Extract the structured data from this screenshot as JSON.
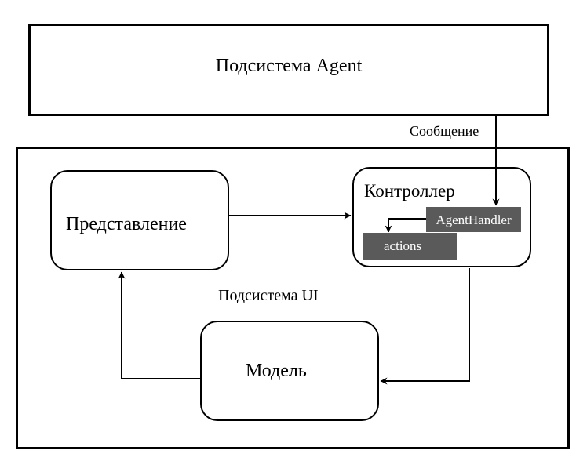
{
  "diagram": {
    "agent_subsystem": {
      "label": "Подсистема Agent"
    },
    "ui_subsystem": {
      "label": "Подсистема UI"
    },
    "view": {
      "label": "Представление"
    },
    "controller": {
      "label": "Контроллер"
    },
    "model": {
      "label": "Модель"
    },
    "agent_handler": {
      "label": "AgentHandler"
    },
    "actions": {
      "label": "actions"
    },
    "message_edge": {
      "label": "Сообщение"
    },
    "colors": {
      "stroke": "#000000",
      "chip_fill": "#5a5a5a",
      "chip_text": "#ffffff",
      "background": "#ffffff"
    }
  }
}
